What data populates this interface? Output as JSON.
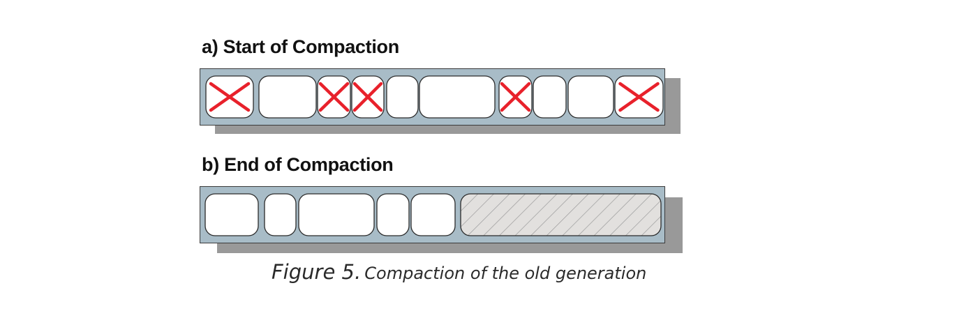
{
  "start": {
    "title": "a) Start of Compaction",
    "objects": [
      {
        "state": "garbage"
      },
      {
        "state": "live"
      },
      {
        "state": "garbage"
      },
      {
        "state": "garbage"
      },
      {
        "state": "live"
      },
      {
        "state": "live"
      },
      {
        "state": "garbage"
      },
      {
        "state": "live"
      },
      {
        "state": "live"
      },
      {
        "state": "garbage"
      }
    ]
  },
  "end": {
    "title": "b) End of Compaction",
    "objects": [
      {
        "state": "live"
      },
      {
        "state": "live"
      },
      {
        "state": "live"
      },
      {
        "state": "live"
      },
      {
        "state": "live"
      },
      {
        "state": "free-space"
      }
    ]
  },
  "caption": {
    "label": "Figure 5.",
    "text": "Compaction of the old generation"
  },
  "colors": {
    "heap_bar": "#a8bcc7",
    "object_fill": "#ffffff",
    "cross_mark": "#e8212b",
    "free_space_fill": "#e2e0de",
    "hatch": "#9a9a9a",
    "shadow": "#999999"
  }
}
